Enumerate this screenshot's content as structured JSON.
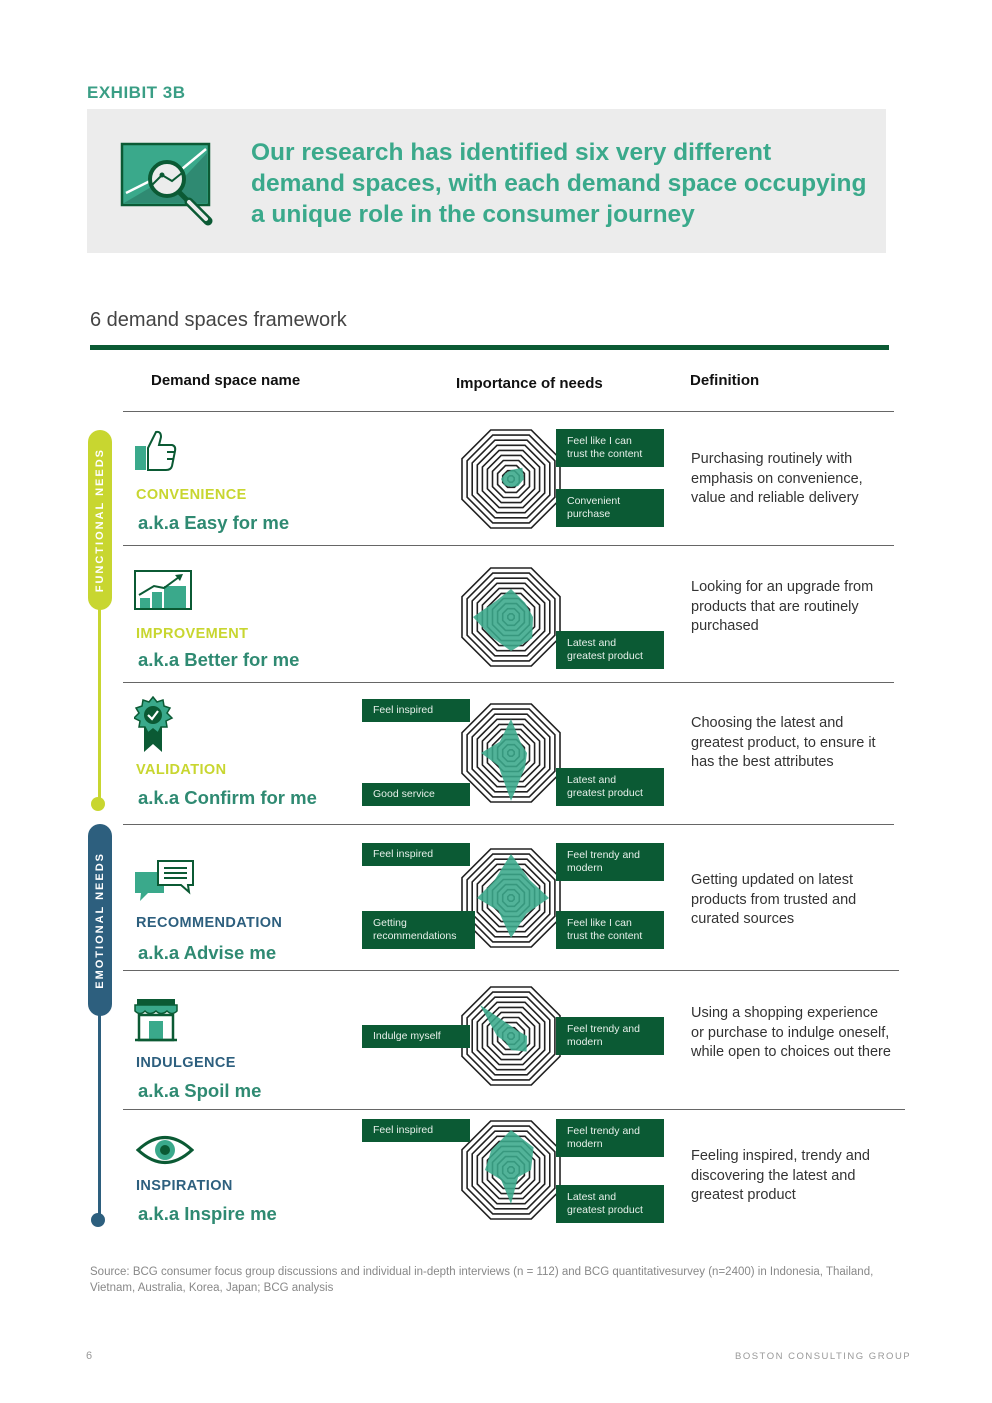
{
  "exhibit_label": "EXHIBIT 3B",
  "headline": "Our research has identified six very different demand spaces, with each demand space occupying a unique role in the consumer journey",
  "framework_title": "6 demand spaces framework",
  "columns": {
    "name": "Demand space name",
    "importance": "Importance of needs",
    "definition": "Definition"
  },
  "groups": {
    "functional": "FUNCTIONAL NEEDS",
    "emotional": "EMOTIONAL NEEDS"
  },
  "colors": {
    "functional": "#c8d630",
    "emotional": "#2d5f7e",
    "dark_green": "#0b5a34",
    "accent_green": "#3aa98b"
  },
  "rows": [
    {
      "category": "CONVENIENCE",
      "aka": "a.k.a Easy for me",
      "icon": "thumbs-up-icon",
      "definition": "Purchasing routinely with emphasis on convenience, value and reliable delivery",
      "labels": [
        "Feel like I can trust the content",
        "Convenient purchase"
      ]
    },
    {
      "category": "IMPROVEMENT",
      "aka": "a.k.a Better for me",
      "icon": "growth-chart-icon",
      "definition": "Looking for an upgrade from products that are routinely purchased",
      "labels": [
        "Latest and greatest product"
      ]
    },
    {
      "category": "VALIDATION",
      "aka": "a.k.a Confirm for me",
      "icon": "award-ribbon-icon",
      "definition": "Choosing the latest and greatest product, to ensure it has the best attributes",
      "labels": [
        "Feel inspired",
        "Good service",
        "Latest and greatest product"
      ]
    },
    {
      "category": "RECOMMENDATION",
      "aka": "a.k.a Advise me",
      "icon": "chat-bubbles-icon",
      "definition": "Getting updated on latest products from trusted and curated sources",
      "labels": [
        "Feel inspired",
        "Getting recommendations",
        "Feel trendy and modern",
        "Feel like I can trust the content"
      ]
    },
    {
      "category": "INDULGENCE",
      "aka": "a.k.a Spoil me",
      "icon": "storefront-icon",
      "definition": "Using a shopping experience or purchase to indulge oneself, while open to choices out there",
      "labels": [
        "Indulge myself",
        "Feel trendy and modern"
      ]
    },
    {
      "category": "INSPIRATION",
      "aka": "a.k.a Inspire me",
      "icon": "eye-icon",
      "definition": "Feeling inspired, trendy and discovering the latest and greatest product",
      "labels": [
        "Feel inspired",
        "Feel trendy and modern",
        "Latest and greatest product"
      ]
    }
  ],
  "source": "Source: BCG consumer focus group discussions and individual in-depth interviews (n = 112) and BCG quantitativesurvey (n=2400) in Indonesia, Thailand, Vietnam, Australia, Korea, Japan; BCG analysis",
  "page_number": "6",
  "footer_brand": "BOSTON CONSULTING GROUP"
}
